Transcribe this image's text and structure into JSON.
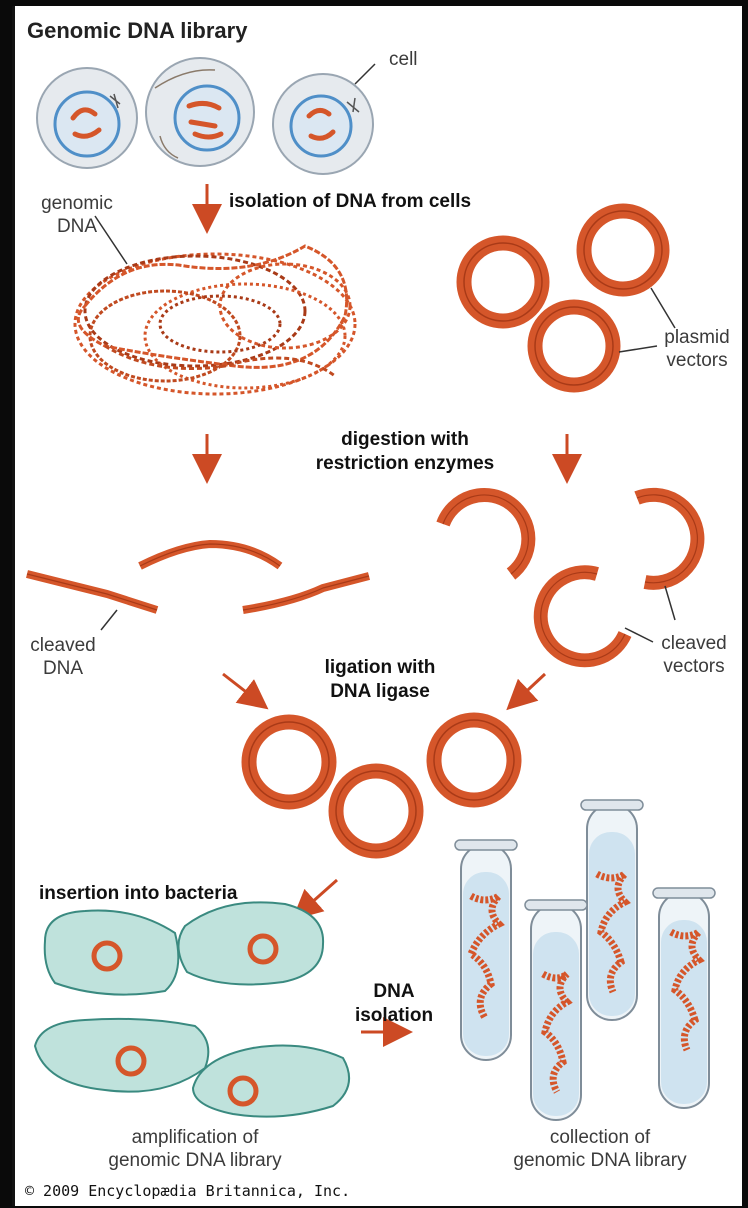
{
  "title": "Genomic DNA library",
  "labels": {
    "cell": "cell",
    "genomic_dna": [
      "genomic",
      "DNA"
    ],
    "plasmid_vectors": [
      "plasmid",
      "vectors"
    ],
    "cleaved_dna": [
      "cleaved",
      "DNA"
    ],
    "cleaved_vectors": [
      "cleaved",
      "vectors"
    ],
    "amplification": [
      "amplification of",
      "genomic DNA library"
    ],
    "collection": [
      "collection of",
      "genomic DNA library"
    ]
  },
  "steps": {
    "isolation_cells": "isolation of DNA from cells",
    "digestion": [
      "digestion with",
      "restriction enzymes"
    ],
    "ligation": [
      "ligation with",
      "DNA ligase"
    ],
    "insertion": "insertion into bacteria",
    "dna_isolation": [
      "DNA",
      "isolation"
    ]
  },
  "copyright": "© 2009 Encyclopædia Britannica, Inc.",
  "colors": {
    "dna": "#d5562a",
    "dna_dark": "#a93a17",
    "cell_fill": "#e6eaee",
    "nucleus_stroke": "#4f8fc8",
    "bacteria_fill": "#bfe2dc",
    "bacteria_stroke": "#3a8a80",
    "arrow": "#cc4a24",
    "tube_liquid": "#cfe3f0"
  }
}
